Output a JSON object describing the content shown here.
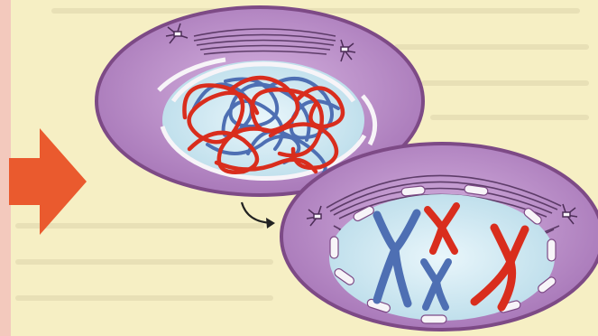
{
  "figure": {
    "background": "#f6efc4",
    "stripe_color": "#f3c9bd",
    "cell_membrane": "#7d4a86",
    "cytoplasm": "#c49ad3",
    "nucleus": "#d7eef7",
    "envelope": "#f7f4f8",
    "paternal_chromosome": "#d92d1d",
    "maternal_chromosome": "#4e6fb3",
    "arrow": "#ea5a2e",
    "spindle": "#4d2d58"
  },
  "panels": [
    {
      "stage": "prophase",
      "envelope_state": "intact",
      "chromatin": "uncondensed"
    },
    {
      "stage": "prometaphase",
      "envelope_state": "fragmented",
      "chromosomes": 4
    }
  ]
}
